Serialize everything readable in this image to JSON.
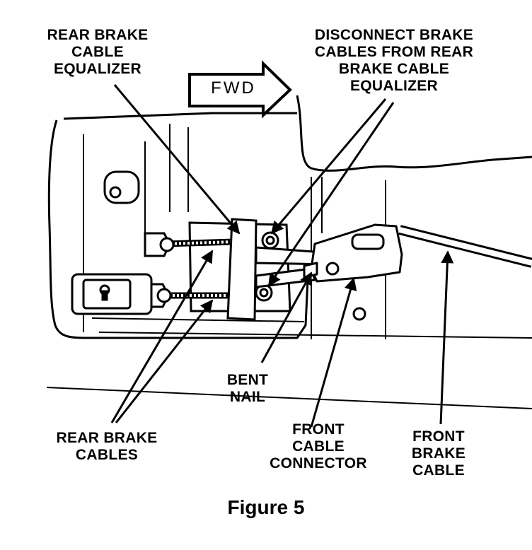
{
  "labels": {
    "rear_brake_cable_equalizer": [
      "REAR BRAKE",
      "CABLE",
      "EQUALIZER"
    ],
    "disconnect_note": [
      "DISCONNECT BRAKE",
      "CABLES FROM REAR",
      "BRAKE CABLE",
      "EQUALIZER"
    ],
    "fwd": "FWD",
    "bent_nail": [
      "BENT",
      "NAIL"
    ],
    "rear_brake_cables": [
      "REAR BRAKE",
      "CABLES"
    ],
    "front_cable_connector": [
      "FRONT",
      "CABLE",
      "CONNECTOR"
    ],
    "front_brake_cable": [
      "FRONT",
      "BRAKE",
      "CABLE"
    ]
  },
  "caption": "Figure 5"
}
